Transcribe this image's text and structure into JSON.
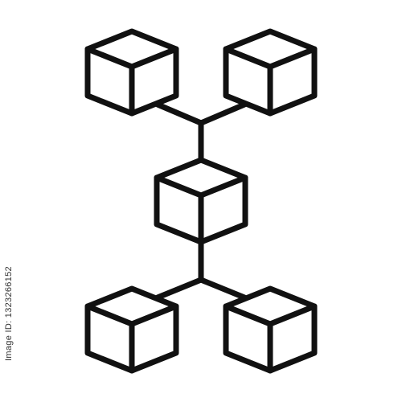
{
  "colors": {
    "background": "#ffffff",
    "stroke": "#111111",
    "text": "#333333"
  },
  "icon": {
    "name": "blockchain-network-icon",
    "cubes": [
      "cube-top-left",
      "cube-top-right",
      "cube-center",
      "cube-bottom-left",
      "cube-bottom-right"
    ]
  },
  "side_label": {
    "text": "Image ID: 1323266152"
  }
}
